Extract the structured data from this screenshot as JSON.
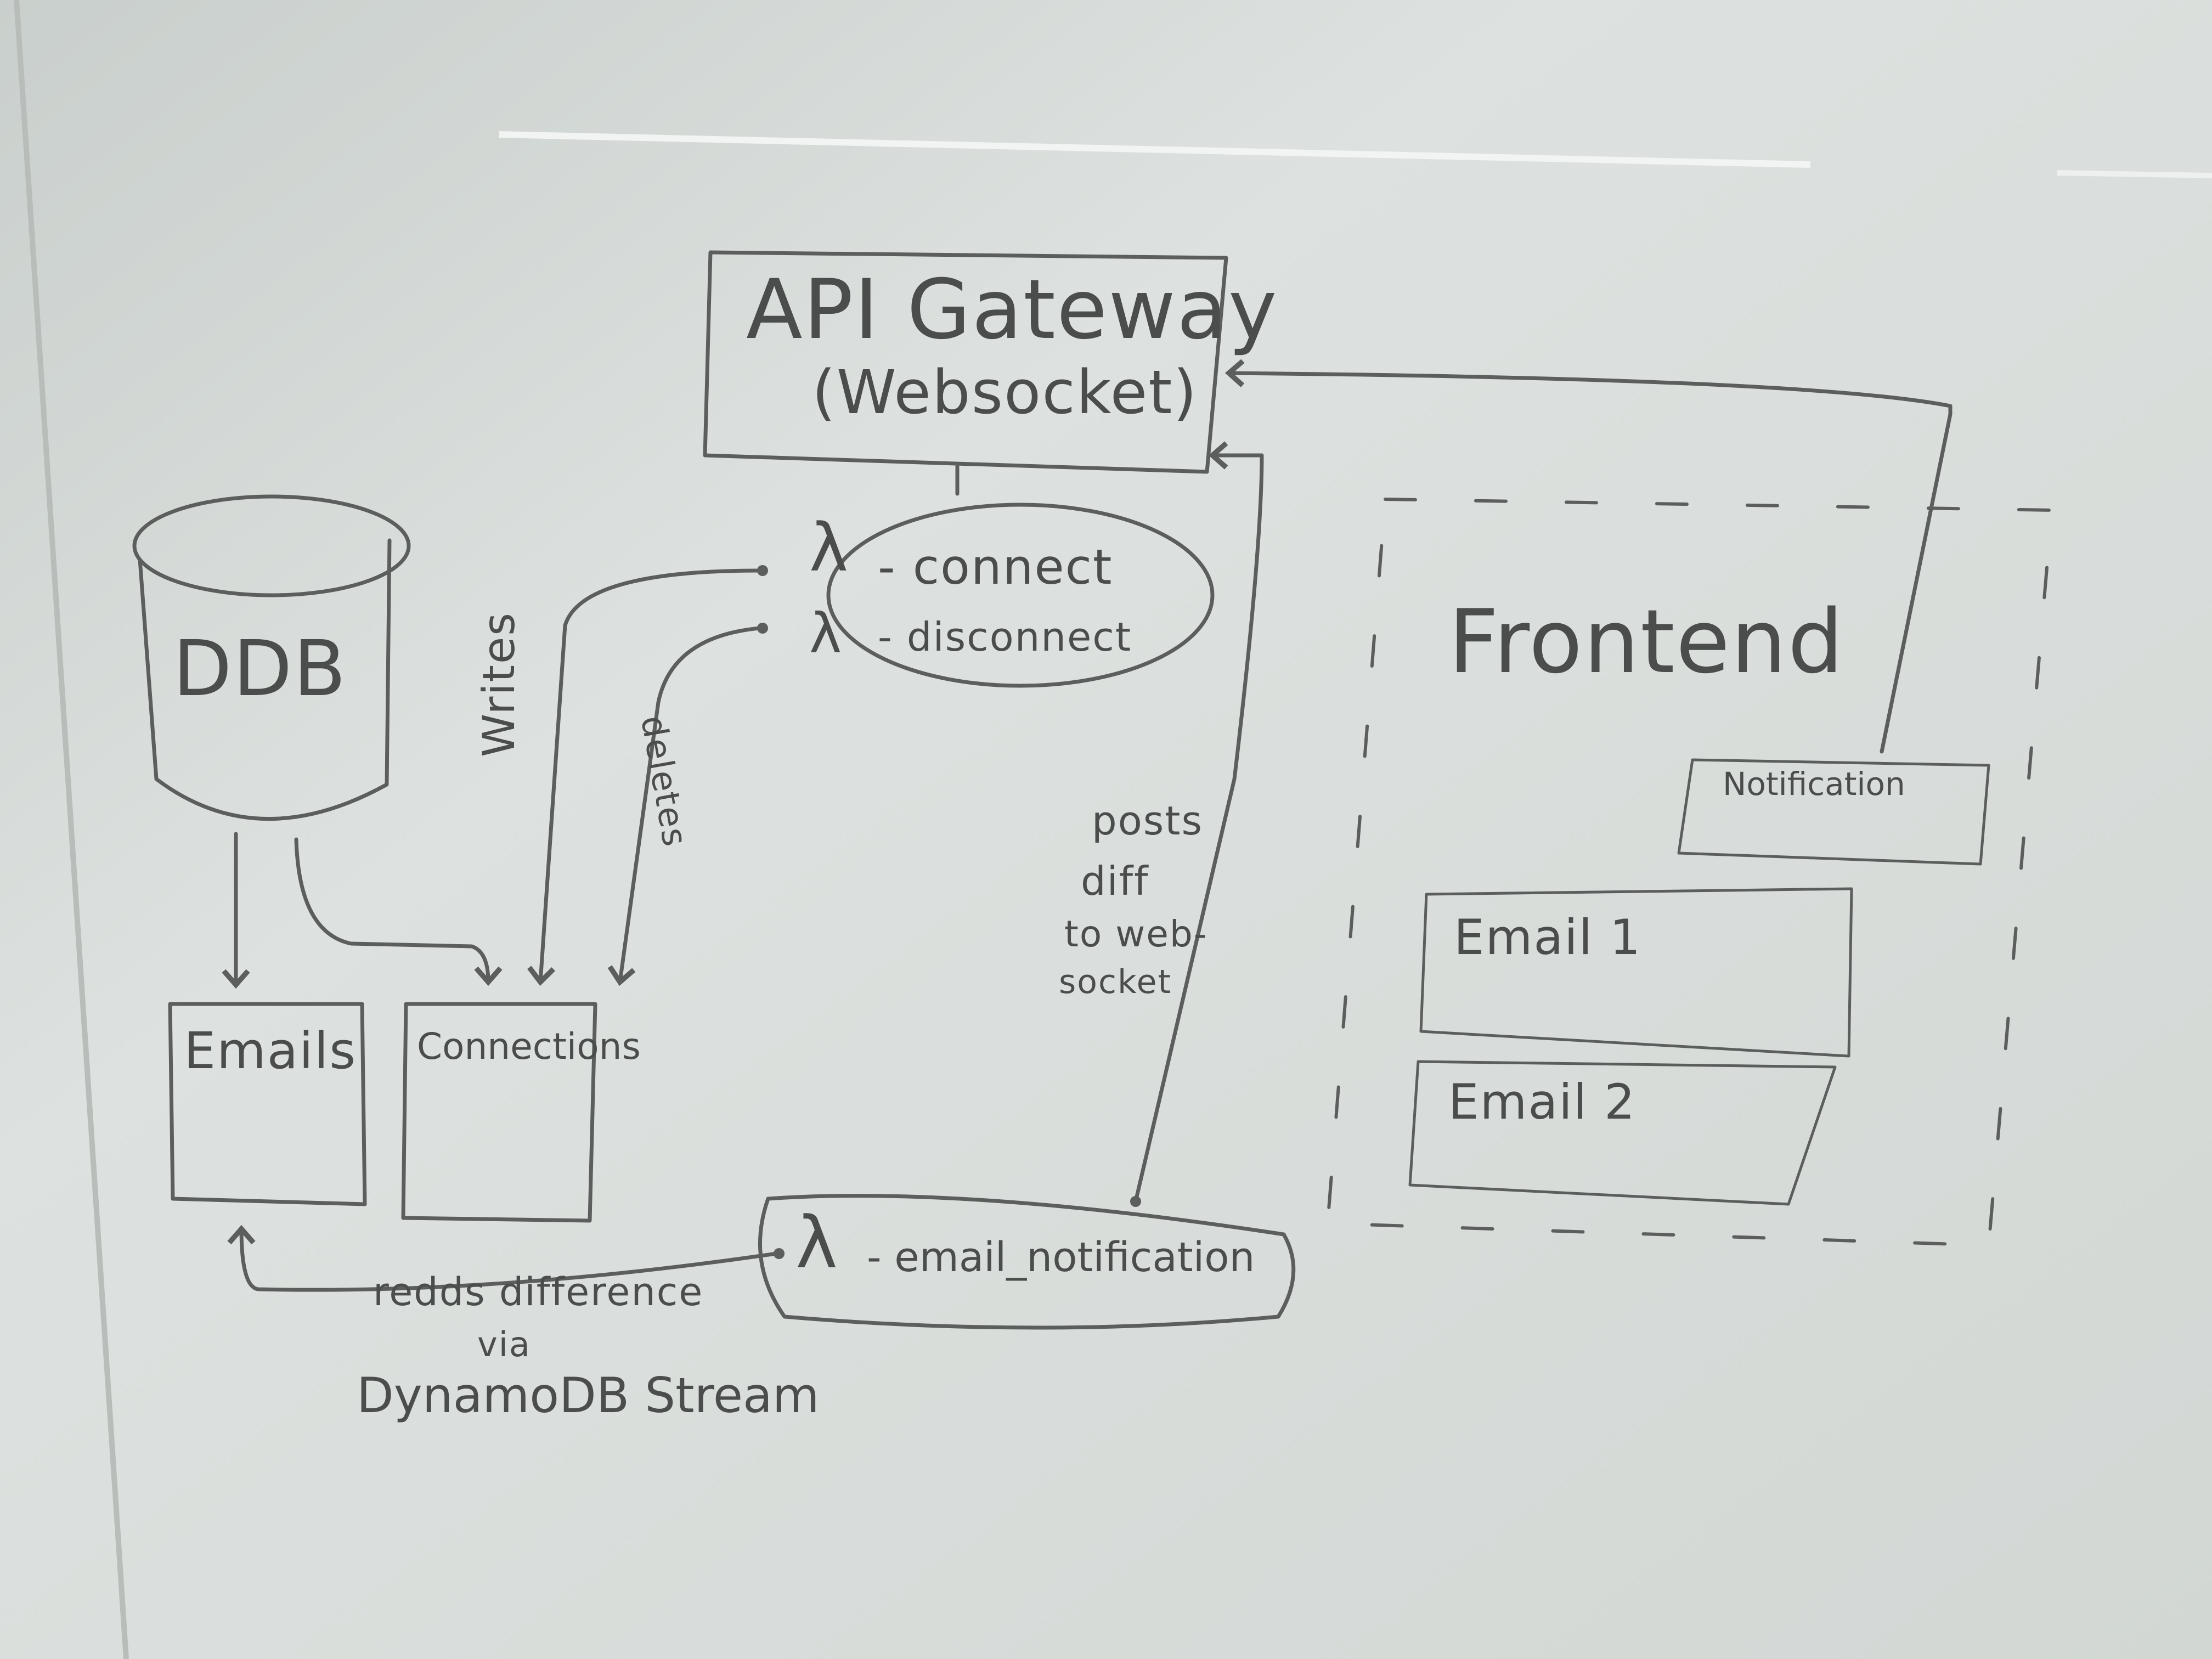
{
  "diagram": {
    "nodes": {
      "api_gateway": {
        "line1": "API Gateway",
        "line2": "(Websocket)"
      },
      "lambda_group": {
        "lambda_symbol": "λ",
        "connect": "- connect",
        "disconnect": "- disconnect"
      },
      "ddb": {
        "label": "DDB"
      },
      "emails_table": {
        "label": "Emails"
      },
      "connections_table": {
        "label": "Connections"
      },
      "lambda_email": {
        "lambda_symbol": "λ",
        "label": "- email_notification"
      },
      "frontend": {
        "label": "Frontend",
        "notification": "Notification",
        "email1": "Email 1",
        "email2": "Email 2"
      }
    },
    "edge_labels": {
      "writes": "Writes",
      "deletes": "deletes",
      "posts_line1": "posts",
      "posts_line2": "diff",
      "posts_line3": "to web-",
      "posts_line4": "socket",
      "reads_line1": "redds difference",
      "reads_line2": "via",
      "reads_line3": "DynamoDB Stream"
    }
  }
}
